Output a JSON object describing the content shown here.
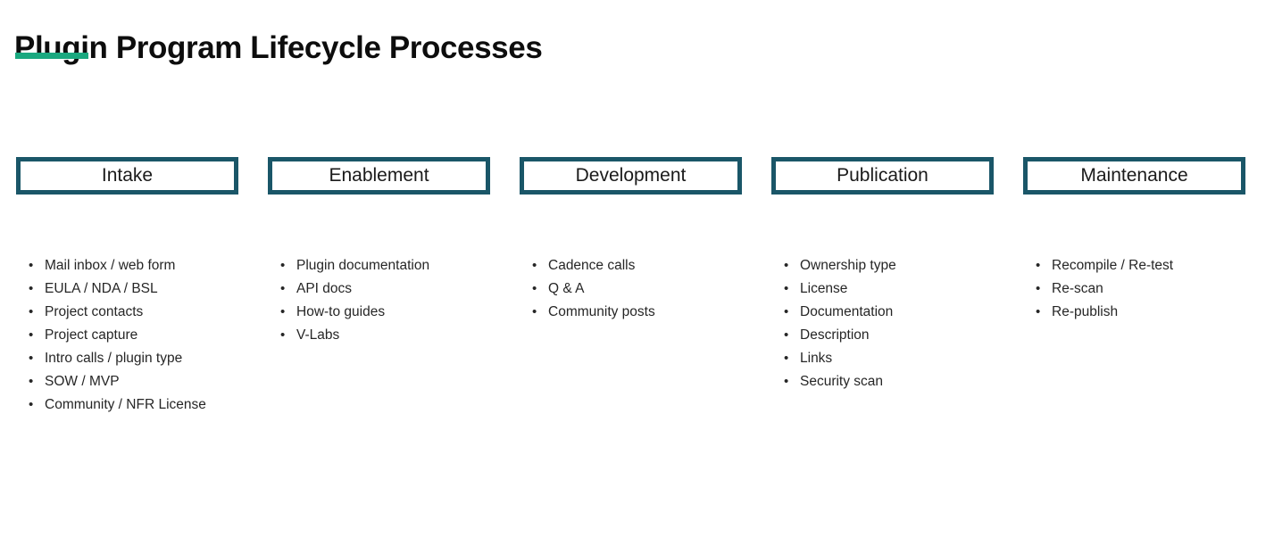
{
  "slide": {
    "title": "Plugin Program Lifecycle Processes",
    "accent_color": "#1aa87f",
    "box_border_color": "#1a5668",
    "text_color": "#262626",
    "background_color": "#ffffff",
    "bullet_glyph": "•"
  },
  "phases": [
    {
      "name": "Intake",
      "items": [
        "Mail inbox / web form",
        "EULA / NDA / BSL",
        "Project contacts",
        "Project capture",
        "Intro calls / plugin type",
        "SOW / MVP",
        "Community / NFR License"
      ]
    },
    {
      "name": "Enablement",
      "items": [
        "Plugin documentation",
        "API docs",
        "How-to guides",
        "V-Labs"
      ]
    },
    {
      "name": "Development",
      "items": [
        "Cadence calls",
        "Q & A",
        "Community posts"
      ]
    },
    {
      "name": "Publication",
      "items": [
        "Ownership type",
        "License",
        "Documentation",
        "Description",
        "Links",
        "Security scan"
      ]
    },
    {
      "name": "Maintenance",
      "items": [
        "Recompile / Re-test",
        "Re-scan",
        "Re-publish"
      ]
    }
  ]
}
